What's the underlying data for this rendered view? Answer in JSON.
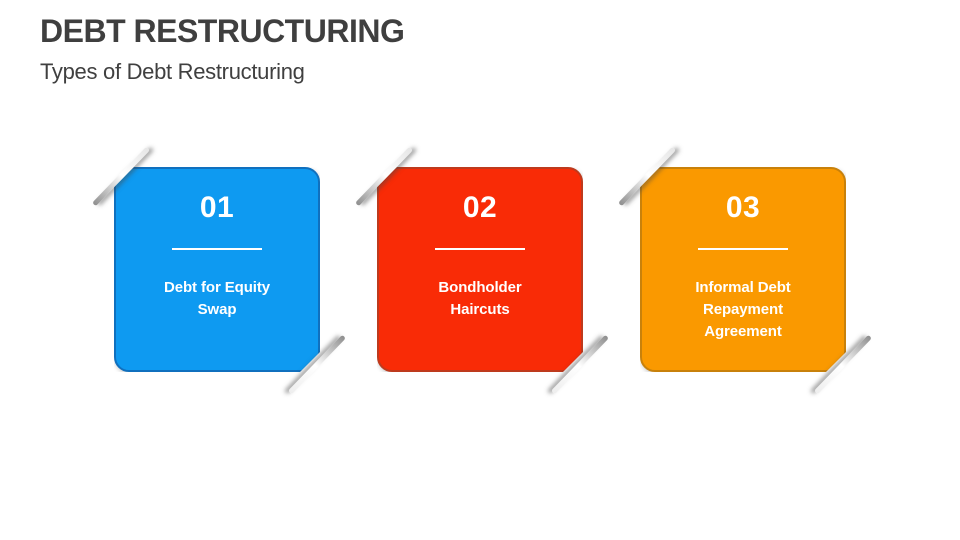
{
  "slide": {
    "title": "DEBT RESTRUCTURING",
    "subtitle": "Types of Debt Restructuring"
  },
  "cards": [
    {
      "number": "01",
      "label": "Debt for Equity\nSwap",
      "fill": "#0E9AF1",
      "border": "#1070BE",
      "text_color": "#FFFFFF"
    },
    {
      "number": "02",
      "label": "Bondholder\nHaircuts",
      "fill": "#F92B06",
      "border": "#BE3A1D",
      "text_color": "#FFFFFF"
    },
    {
      "number": "03",
      "label": "Informal Debt\nRepayment\nAgreement",
      "fill": "#FA9900",
      "border": "#C8810B",
      "text_color": "#FFFFFF"
    }
  ],
  "colors": {
    "background": "#FFFFFF",
    "title_text": "#3F3F3F",
    "subtitle_text": "#404040",
    "divider": "#FFFFFF",
    "corner_stroke": "#8E8E8E"
  }
}
